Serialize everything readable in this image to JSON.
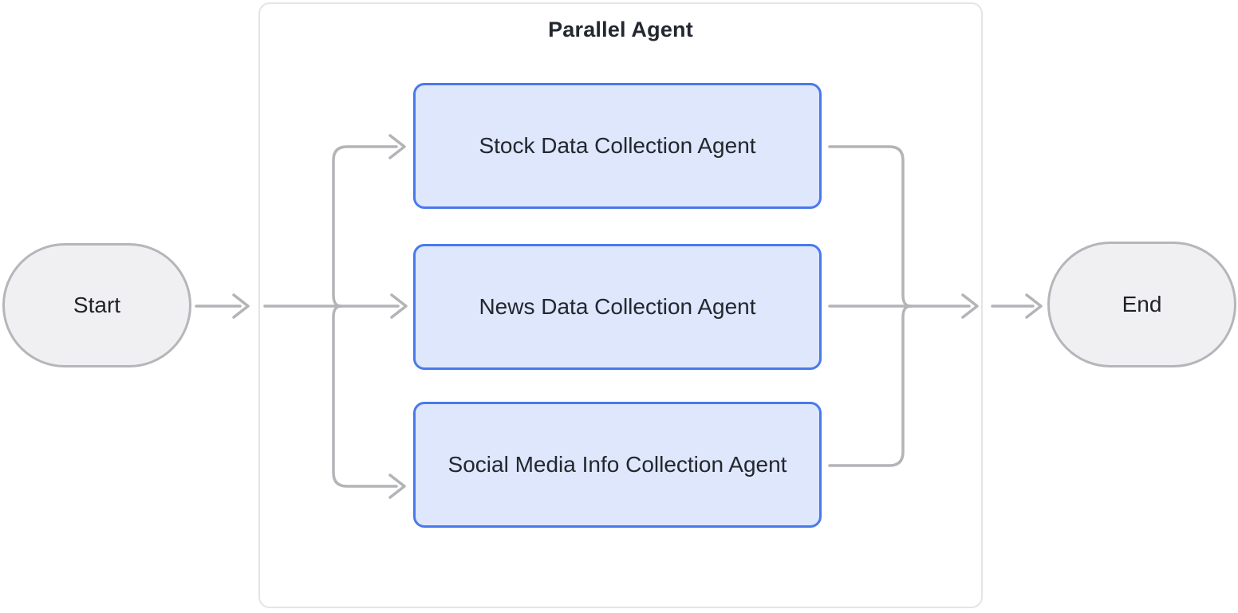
{
  "diagram": {
    "title": "Parallel Agent",
    "nodes": {
      "start": {
        "label": "Start",
        "shape": "stadium"
      },
      "end": {
        "label": "End",
        "shape": "stadium"
      },
      "agents": [
        {
          "label": "Stock Data Collection Agent"
        },
        {
          "label": "News Data Collection Agent"
        },
        {
          "label": "Social Media Info Collection Agent"
        }
      ]
    },
    "edges": [
      {
        "from": "Start",
        "to": "Parallel Agent"
      },
      {
        "from": "Parallel Agent entry",
        "to": "Stock Data Collection Agent"
      },
      {
        "from": "Parallel Agent entry",
        "to": "News Data Collection Agent"
      },
      {
        "from": "Parallel Agent entry",
        "to": "Social Media Info Collection Agent"
      },
      {
        "from": "Stock Data Collection Agent",
        "to": "Parallel Agent exit"
      },
      {
        "from": "News Data Collection Agent",
        "to": "Parallel Agent exit"
      },
      {
        "from": "Social Media Info Collection Agent",
        "to": "Parallel Agent exit"
      },
      {
        "from": "Parallel Agent",
        "to": "End"
      }
    ],
    "colors": {
      "agent_fill": "#dee7fb",
      "agent_border": "#4a79ec",
      "terminal_fill": "#f0f0f2",
      "terminal_border": "#b4b6ba",
      "edge_gray": "#b3b4b7",
      "group_border": "#e3e4e8",
      "text": "#23272f",
      "background": "#ffffff"
    }
  }
}
